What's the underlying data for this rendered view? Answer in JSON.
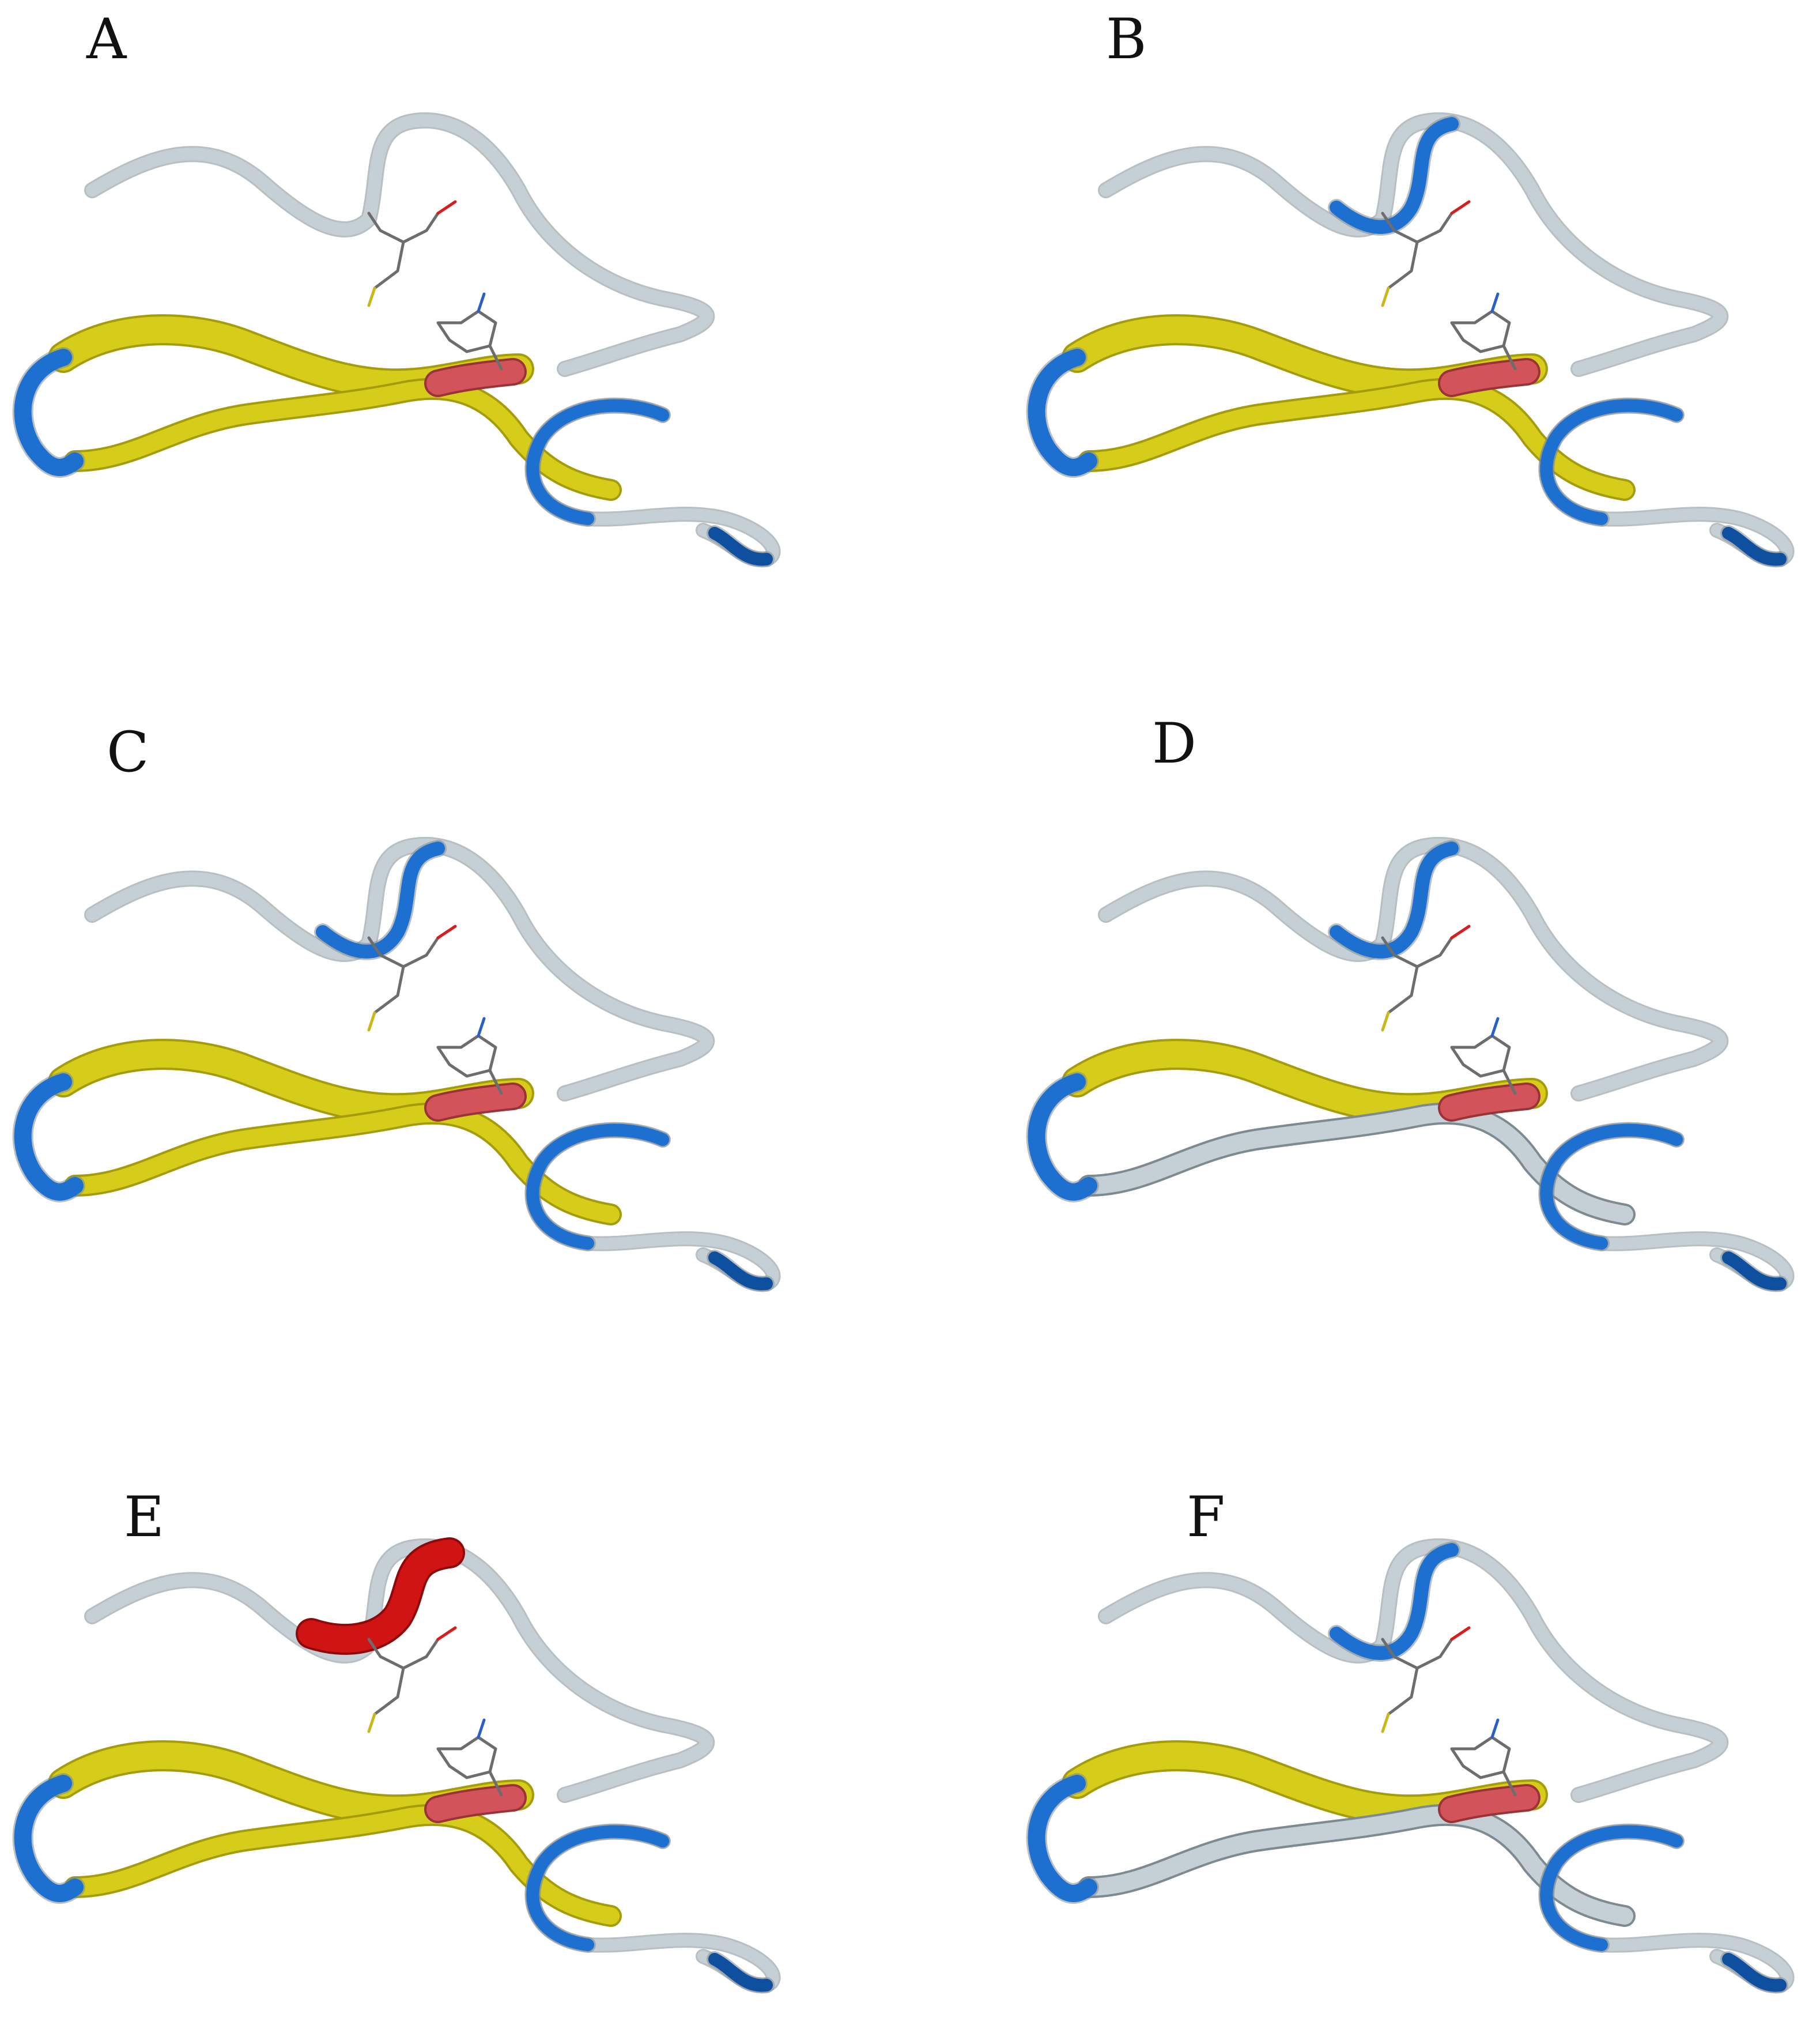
{
  "figure": {
    "panels": [
      {
        "label": "A",
        "loop_color": "#b9c5cc",
        "loop_accent": "none",
        "sheet_top": "yellow",
        "sheet_bottom": "yellow",
        "ligand": "arginine-like",
        "lower_right_strand": "grey"
      },
      {
        "label": "B",
        "loop_color": "#b9c5cc",
        "loop_accent": "blue",
        "sheet_top": "yellow",
        "sheet_bottom": "yellow",
        "ligand": "tyrosine-like",
        "lower_right_strand": "grey"
      },
      {
        "label": "C",
        "loop_color": "#b9c5cc",
        "loop_accent": "blue",
        "sheet_top": "yellow",
        "sheet_bottom": "yellow",
        "ligand": "phenylalanine-like",
        "lower_right_strand": "grey"
      },
      {
        "label": "D",
        "loop_color": "#b9c5cc",
        "loop_accent": "blue",
        "sheet_top": "yellow",
        "sheet_bottom": "grey",
        "ligand": "tryptophan-like",
        "lower_right_strand": "grey"
      },
      {
        "label": "E",
        "loop_color": "#b9c5cc",
        "loop_accent": "red",
        "sheet_top": "yellow",
        "sheet_bottom": "yellow",
        "ligand": "threonine-like",
        "lower_right_strand": "grey"
      },
      {
        "label": "F",
        "loop_color": "#b9c5cc",
        "loop_accent": "blue",
        "sheet_top": "yellow",
        "sheet_bottom": "grey",
        "ligand": "valine-like",
        "lower_right_strand": "grey"
      }
    ],
    "colors": {
      "coil": "#c5d0d6",
      "turn_blue": "#1d6fd0",
      "turn_dark": "#0f4fa0",
      "sheet_yellow": "#d6cc1a",
      "sheet_yellow_dark": "#a59c0c",
      "highlight_red": "#d2545a",
      "helix_red": "#d01414",
      "stick_grey": "#6d6d6d",
      "oxygen_red": "#d81d1d",
      "nitrogen_blue": "#2a5fc8",
      "sulfur_yellow": "#c8b81c"
    }
  }
}
